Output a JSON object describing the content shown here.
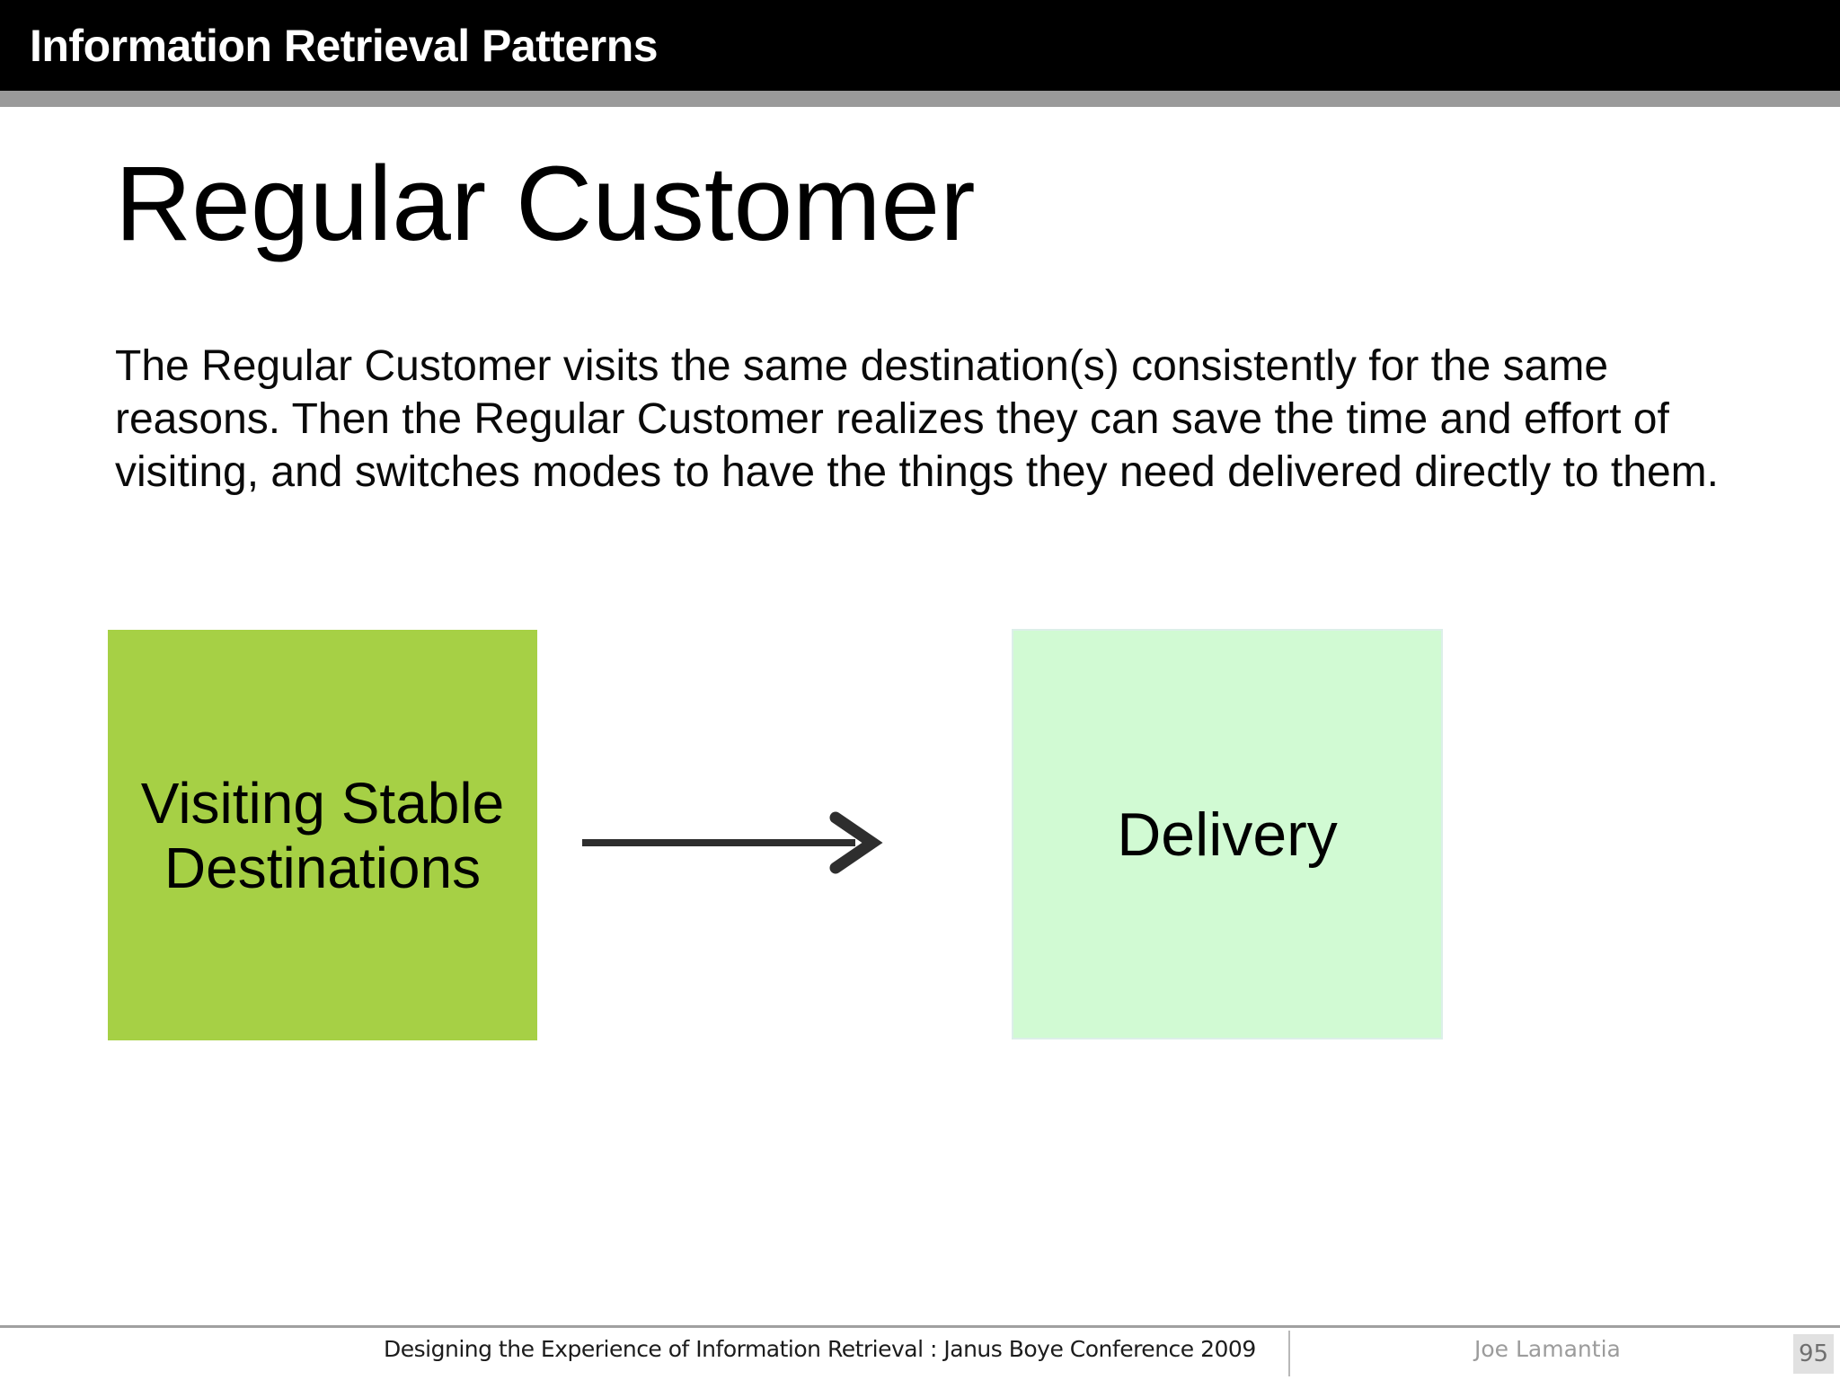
{
  "header": {
    "title": "Information Retrieval Patterns"
  },
  "slide": {
    "title": "Regular Customer",
    "paragraph_lines": [
      "The Regular Customer visits the same destination(s) consistently for the same",
      "reasons. Then the Regular Customer realizes they can save the time and effort of",
      "visiting, and switches modes to have the things they need delivered directly to them."
    ]
  },
  "diagram": {
    "source_box": {
      "lines": [
        "Visiting Stable",
        "Destinations"
      ],
      "fill": "#a6d045"
    },
    "arrow": {
      "color": "#2e2e2e"
    },
    "target_box": {
      "label": "Delivery",
      "fill": "#d1fad3"
    }
  },
  "footer": {
    "left_text": "Designing the Experience of Information Retrieval : Janus Boye Conference 2009",
    "author": "Joe Lamantia",
    "page_number": "95"
  },
  "colors": {
    "header_bg": "#000000",
    "header_text": "#ffffff",
    "strip": "#9a9a9a"
  }
}
